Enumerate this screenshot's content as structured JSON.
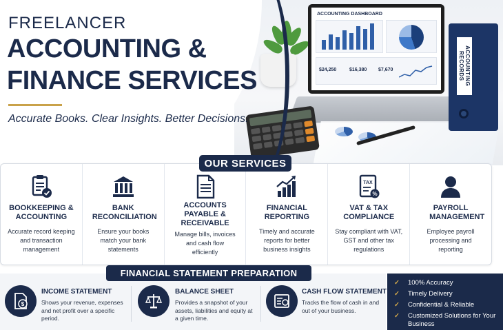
{
  "hero": {
    "line1": "FREELANCER",
    "line2": "ACCOUNTING &",
    "line3": "FINANCE SERVICES",
    "tagline": "Accurate Books. Clear Insights. Better Decisions.",
    "dashboard_title": "ACCOUNTING DASHBOARD",
    "dashboard_values": [
      "$24,250",
      "$16,380",
      "$7,670"
    ],
    "binder_label": "ACCOUNTING RECORDS"
  },
  "services": {
    "heading": "OUR SERVICES",
    "items": [
      {
        "icon": "clipboard-check-icon",
        "title": "BOOKKEEPING & ACCOUNTING",
        "desc": "Accurate record keeping and transaction management"
      },
      {
        "icon": "bank-icon",
        "title": "BANK RECONCILIATION",
        "desc": "Ensure your books match your bank statements"
      },
      {
        "icon": "invoice-document-icon",
        "title": "ACCOUNTS PAYABLE & RECEIVABLE",
        "desc": "Manage bills, invoices and cash flow efficiently"
      },
      {
        "icon": "bar-chart-growth-icon",
        "title": "FINANCIAL REPORTING",
        "desc": "Timely and accurate reports for better business insights"
      },
      {
        "icon": "tax-document-icon",
        "title": "VAT & TAX COMPLIANCE",
        "desc": "Stay compliant with VAT, GST and other tax regulations"
      },
      {
        "icon": "person-icon",
        "title": "PAYROLL MANAGEMENT",
        "desc": "Employee payroll processing and reporting"
      }
    ]
  },
  "statements": {
    "heading": "FINANCIAL STATEMENT PREPARATION",
    "items": [
      {
        "icon": "dollar-document-icon",
        "title": "INCOME STATEMENT",
        "desc": "Shows your revenue, expenses and net profit over a specific period."
      },
      {
        "icon": "balance-scale-icon",
        "title": "BALANCE SHEET",
        "desc": "Provides a snapshot of your assets, liabilities and equity at a given time."
      },
      {
        "icon": "cash-flow-icon",
        "title": "CASH FLOW STATEMENT",
        "desc": "Tracks the flow of cash in and out of your business."
      }
    ]
  },
  "benefits": [
    "100% Accuracy",
    "Timely Delivery",
    "Confidential & Reliable",
    "Customized Solutions for Your Business"
  ],
  "colors": {
    "navy": "#1b2a4a",
    "gold": "#c9a24a",
    "check": "#d4a94a",
    "light_panel": "#f3f5f8"
  }
}
